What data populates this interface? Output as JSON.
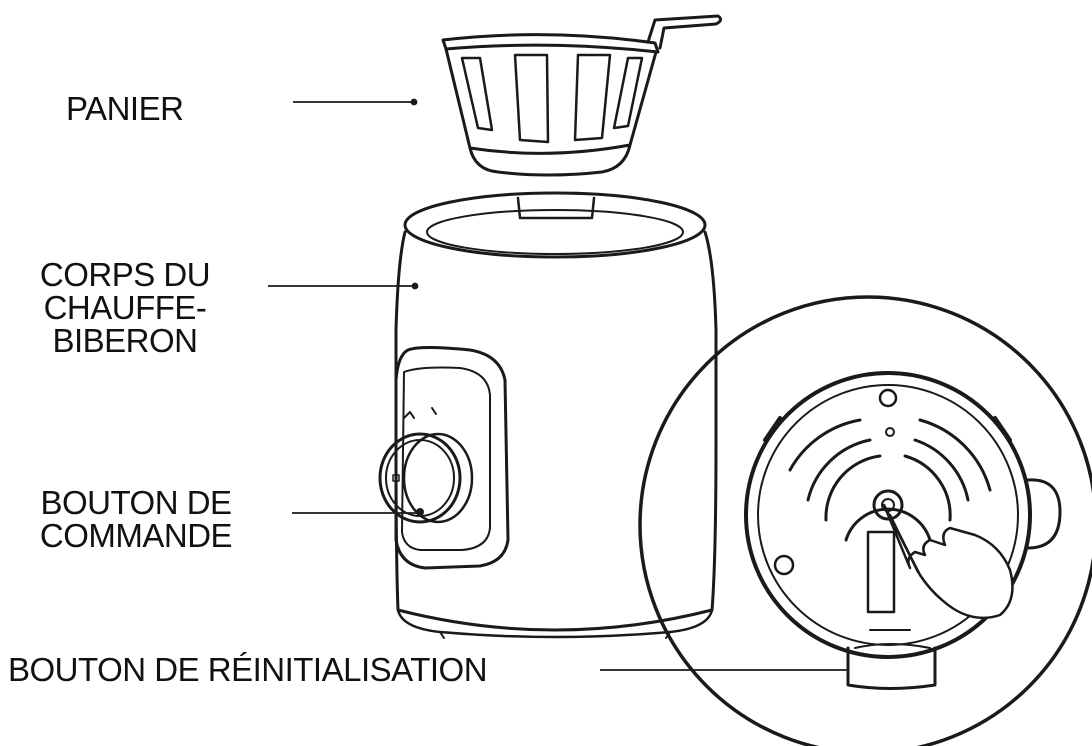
{
  "labels": {
    "basket": "PANIER",
    "body": [
      "CORPS DU",
      "CHAUFFE-",
      "BIBERON"
    ],
    "control": [
      "BOUTON DE",
      "COMMANDE"
    ],
    "reset": "BOUTON DE RÉINITIALISATION"
  },
  "colors": {
    "ink": "#1a1a1a",
    "background": "#ffffff"
  }
}
